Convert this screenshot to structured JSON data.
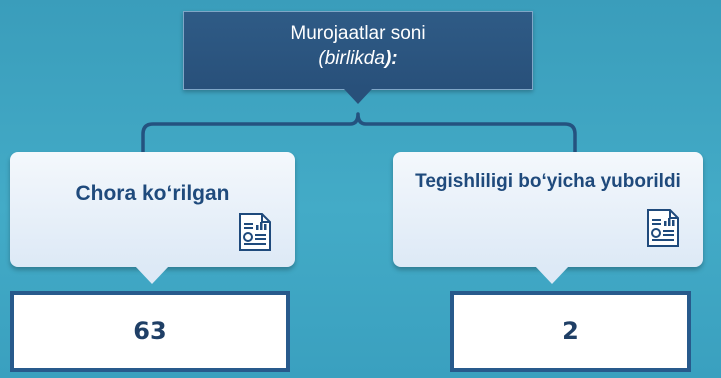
{
  "header": {
    "title": "Murojaatlar soni",
    "subtitle_open": "(",
    "subtitle_word": "birlikda",
    "subtitle_close": "):"
  },
  "branches": [
    {
      "label": "Chora ko‘rilgan",
      "icon": "report-icon",
      "value": "63"
    },
    {
      "label": "Tegishliligi bo‘yicha yuborildi",
      "icon": "report-icon",
      "value": "2"
    }
  ],
  "colors": {
    "background": "#43abc7",
    "header_box": "#2c5680",
    "callout_text": "#1f4a7c",
    "value_border": "#285a8c"
  }
}
